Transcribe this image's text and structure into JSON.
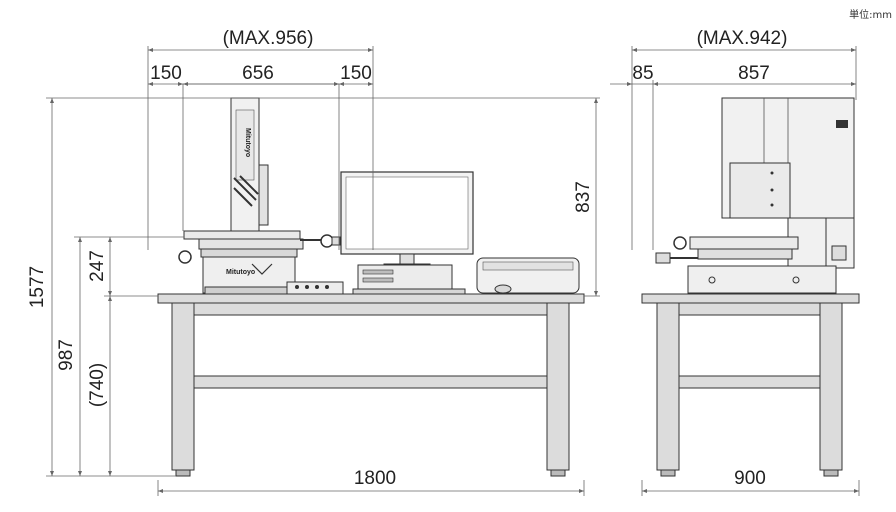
{
  "unit_label": "単位:mm",
  "front_view": {
    "max_width": "(MAX.956)",
    "left_overhang": "150",
    "center_width": "656",
    "right_overhang": "150",
    "machine_height": "837",
    "stage_height": "247",
    "total_height": "1577",
    "table_height": "987",
    "table_top_height": "(740)",
    "table_width": "1800"
  },
  "side_view": {
    "max_depth": "(MAX.942)",
    "front_overhang": "85",
    "machine_depth": "857",
    "table_depth": "900"
  },
  "branding": {
    "column_logo": "Mitutoyo",
    "base_logo": "Mitutoyo"
  },
  "colors": {
    "machine_body": "#f1f1f1",
    "table_fill": "#dcdcdc",
    "outline": "#333333",
    "dimension_line": "#666666"
  }
}
